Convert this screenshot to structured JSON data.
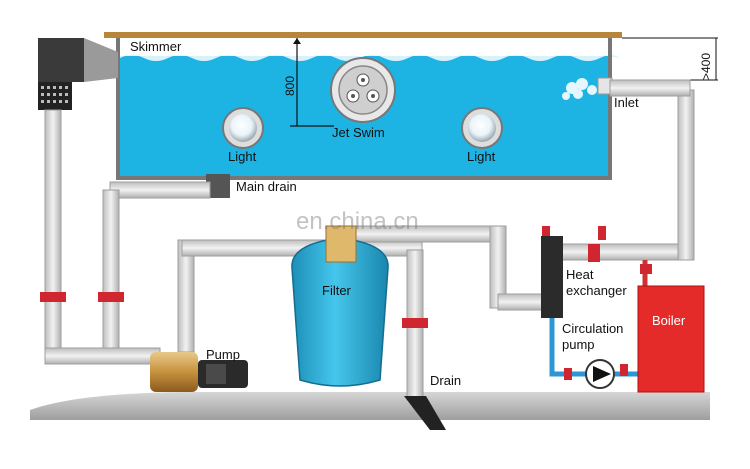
{
  "labels": {
    "skimmer": "Skimmer",
    "jet_swim": "Jet Swim",
    "light_left": "Light",
    "light_right": "Light",
    "main_drain": "Main drain",
    "filter": "Filter",
    "pump": "Pump",
    "drain": "Drain",
    "inlet": "Inlet",
    "heat_exchanger_1": "Heat",
    "heat_exchanger_2": "exchanger",
    "boiler": "Boiler",
    "circulation_1": "Circulation",
    "circulation_2": "pump"
  },
  "dimensions": {
    "depth": "800",
    "height": ">400"
  },
  "watermark": "en.china.cn",
  "colors": {
    "water": "#1db4e4",
    "boiler": "#e52a2a",
    "pipe": "#d9d9d9",
    "filter": "#2fb6e0",
    "valve": "#d0262f",
    "deck": "#b8863a"
  }
}
